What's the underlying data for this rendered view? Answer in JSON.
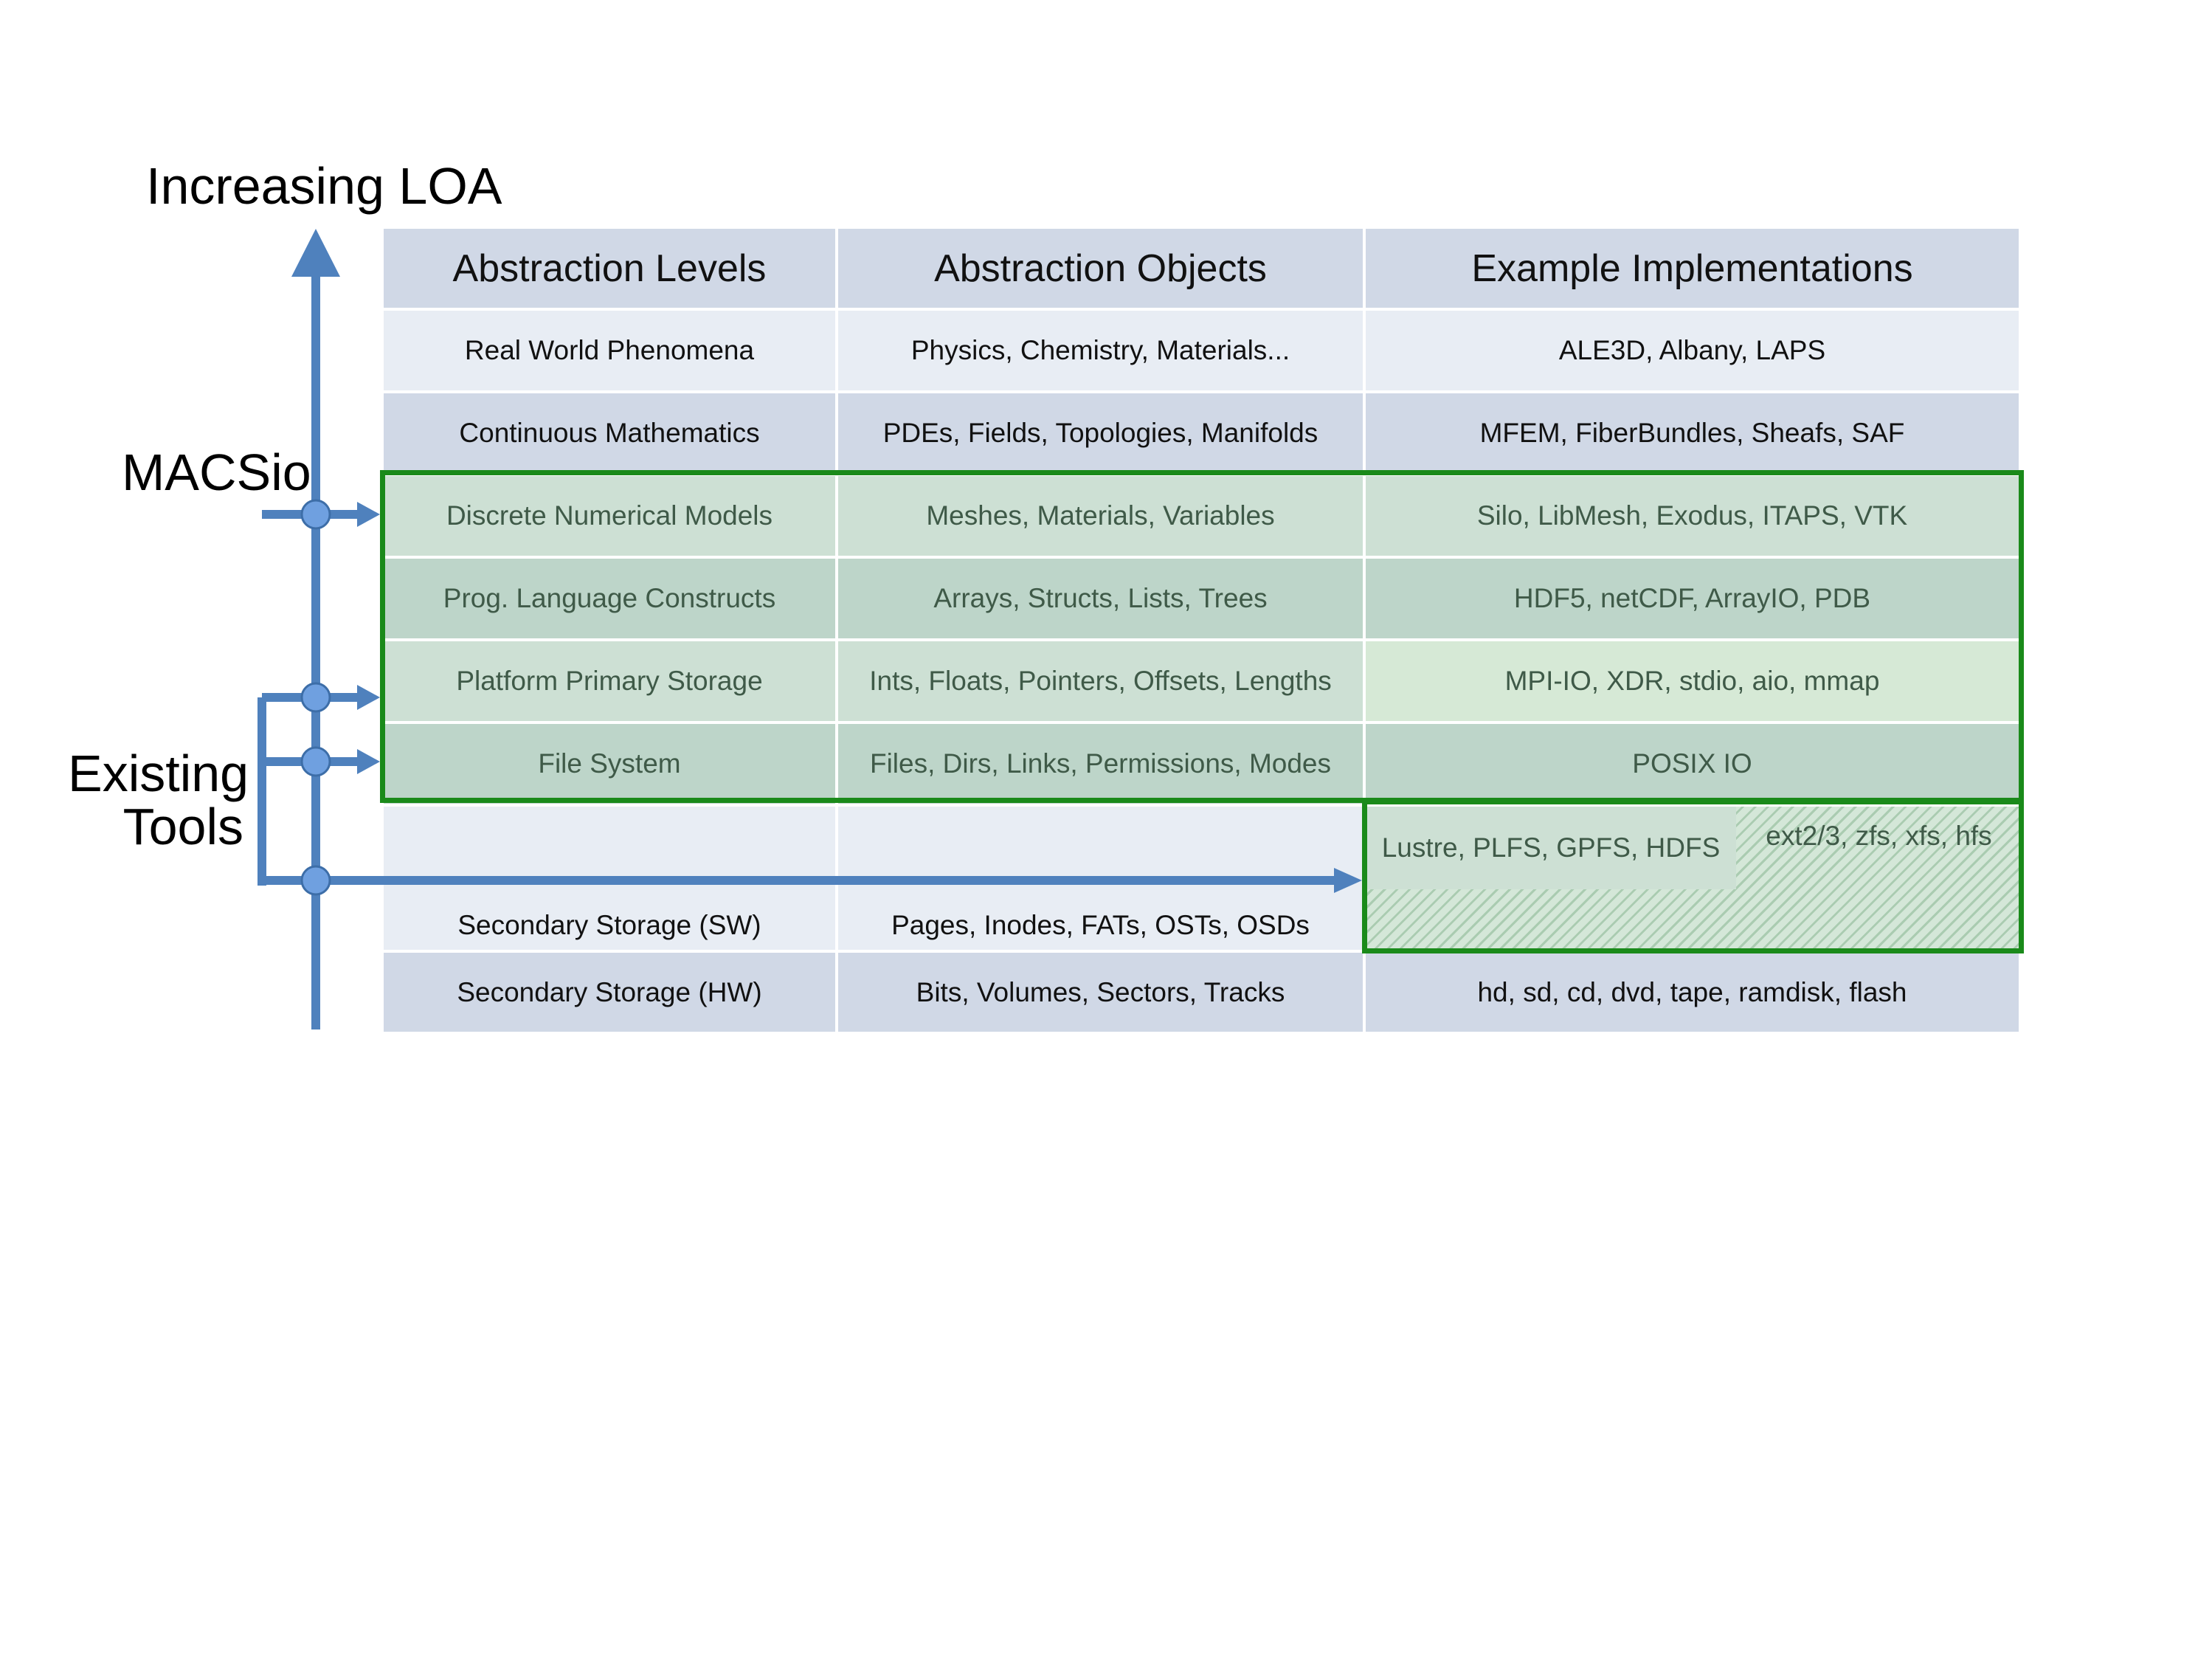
{
  "axis": {
    "title": "Increasing LOA",
    "label_macsio": "MACSio",
    "label_existing_line1": "Existing",
    "label_existing_line2": "Tools"
  },
  "table": {
    "headers": [
      "Abstraction Levels",
      "Abstraction Objects",
      "Example Implementations"
    ],
    "rows": [
      {
        "level": "Real World Phenomena",
        "objects": "Physics, Chemistry, Materials...",
        "examples": "ALE3D, Albany, LAPS"
      },
      {
        "level": "Continuous Mathematics",
        "objects": "PDEs, Fields, Topologies, Manifolds",
        "examples": "MFEM, FiberBundles, Sheafs, SAF"
      },
      {
        "level": "Discrete Numerical Models",
        "objects": "Meshes, Materials, Variables",
        "examples": "Silo, LibMesh, Exodus, ITAPS, VTK"
      },
      {
        "level": "Prog. Language Constructs",
        "objects": "Arrays, Structs, Lists, Trees",
        "examples": "HDF5, netCDF, ArrayIO, PDB"
      },
      {
        "level": "Platform Primary Storage",
        "objects": "Ints, Floats, Pointers, Offsets, Lengths",
        "examples": "MPI-IO, XDR, stdio, aio, mmap"
      },
      {
        "level": "File System",
        "objects": "Files, Dirs, Links, Permissions, Modes",
        "examples": "POSIX IO"
      },
      {
        "level": "Secondary Storage (SW)",
        "objects": "Pages, Inodes, FATs, OSTs, OSDs",
        "examples_a": "Lustre, PLFS, GPFS, HDFS",
        "examples_b": "ext2/3, zfs, xfs, hfs"
      },
      {
        "level": "Secondary Storage (HW)",
        "objects": "Bits, Volumes, Sectors, Tracks",
        "examples": "hd, sd, cd, dvd, tape, ramdisk, flash"
      }
    ]
  },
  "colors": {
    "arrow": "#4f81bd",
    "node": "#6fa0e0",
    "green_border": "#1a8a1a",
    "header_fill": "#d0d8e6",
    "light_band": "#e8edf4"
  }
}
